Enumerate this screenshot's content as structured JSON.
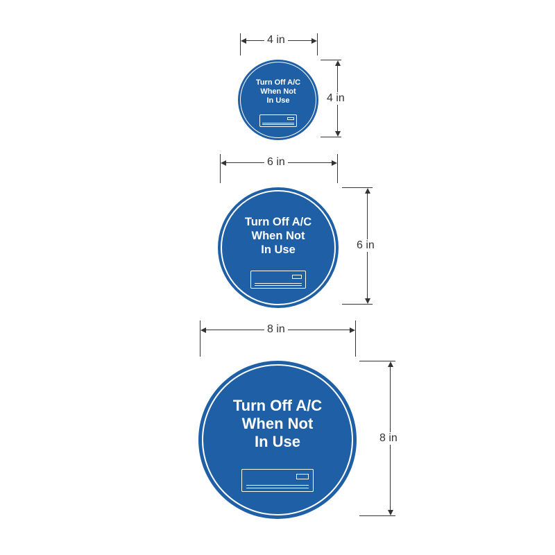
{
  "colors": {
    "sign_blue": "#1f5fa6",
    "sign_text": "#ffffff",
    "dimension_line": "#333333"
  },
  "signs": [
    {
      "size": "small",
      "lines": [
        "Turn Off A/C",
        "When Not",
        "In Use"
      ],
      "icon": "air-conditioner-icon",
      "width_label": "4 in",
      "height_label": "4 in"
    },
    {
      "size": "medium",
      "lines": [
        "Turn Off A/C",
        "When Not",
        "In Use"
      ],
      "icon": "air-conditioner-icon",
      "width_label": "6 in",
      "height_label": "6 in"
    },
    {
      "size": "large",
      "lines": [
        "Turn Off A/C",
        "When Not",
        "In Use"
      ],
      "icon": "air-conditioner-icon",
      "width_label": "8 in",
      "height_label": "8 in"
    }
  ]
}
